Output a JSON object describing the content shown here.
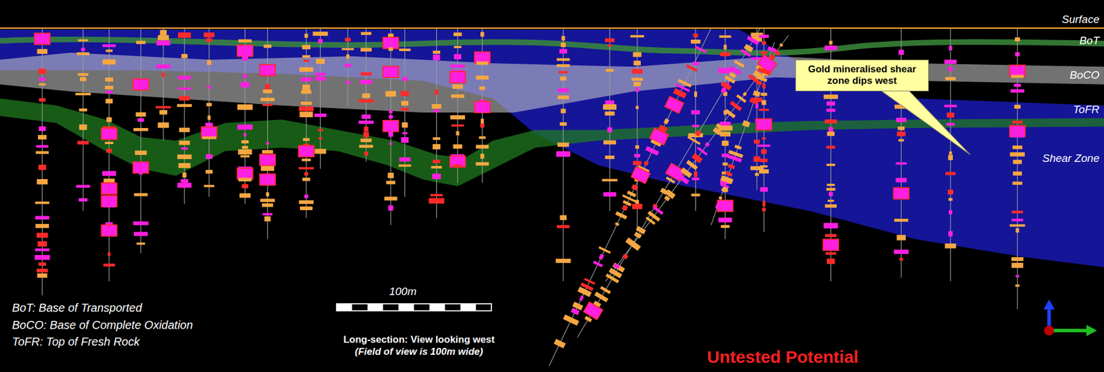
{
  "diagram": {
    "nodes": [
      {
        "text": [
          "Gold mineralised shear zone dips west"
        ]
      }
    ],
    "labels": [
      "Surface",
      "BoT",
      "BoCO",
      "ToFR",
      "Shear Zone",
      "BoT: Base of Transported",
      "BoCO: Base of Complete Oxidation",
      "ToFR: Top of Fresh Rock",
      "100m",
      "Long-section: View looking west",
      "(Field of view is 100m wide)",
      "Untested Potential"
    ]
  }
}
